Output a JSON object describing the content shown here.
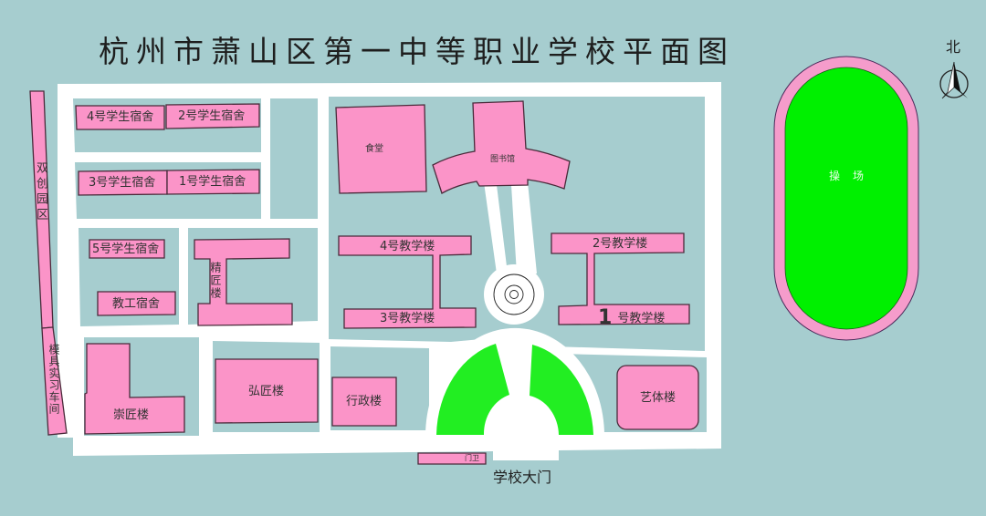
{
  "title": "杭州市萧山区第一中等职业学校平面图",
  "compass": {
    "label": "北",
    "icon": "north-arrow-icon"
  },
  "colors": {
    "background": "#a6cdcf",
    "road": "#ffffff",
    "building": "#fb94c8",
    "building_border": "#4a2a3a",
    "green": "#00f000",
    "track": "#f59ccb"
  },
  "buildings": {
    "dorm_4": "4号学生宿舍",
    "dorm_2": "2号学生宿舍",
    "dorm_3": "3号学生宿舍",
    "dorm_1": "1号学生宿舍",
    "dorm_5": "5号学生宿舍",
    "staff_dorm": "教工宿舍",
    "jingjiang": "精匠楼",
    "canteen": "食堂",
    "library": "图书馆",
    "teach_4": "4号教学楼",
    "teach_3": "3号教学楼",
    "teach_2": "2号教学楼",
    "teach_1_num": "1",
    "teach_1_text": "号教学楼",
    "chongjiang": "崇匠楼",
    "hongjiang": "弘匠楼",
    "admin": "行政楼",
    "arts": "艺体楼",
    "gatehouse": "门卫",
    "innovation_park": "双创园区",
    "mold_workshop": "模具实习车间",
    "playground": "操场"
  },
  "main_gate": "学校大门"
}
